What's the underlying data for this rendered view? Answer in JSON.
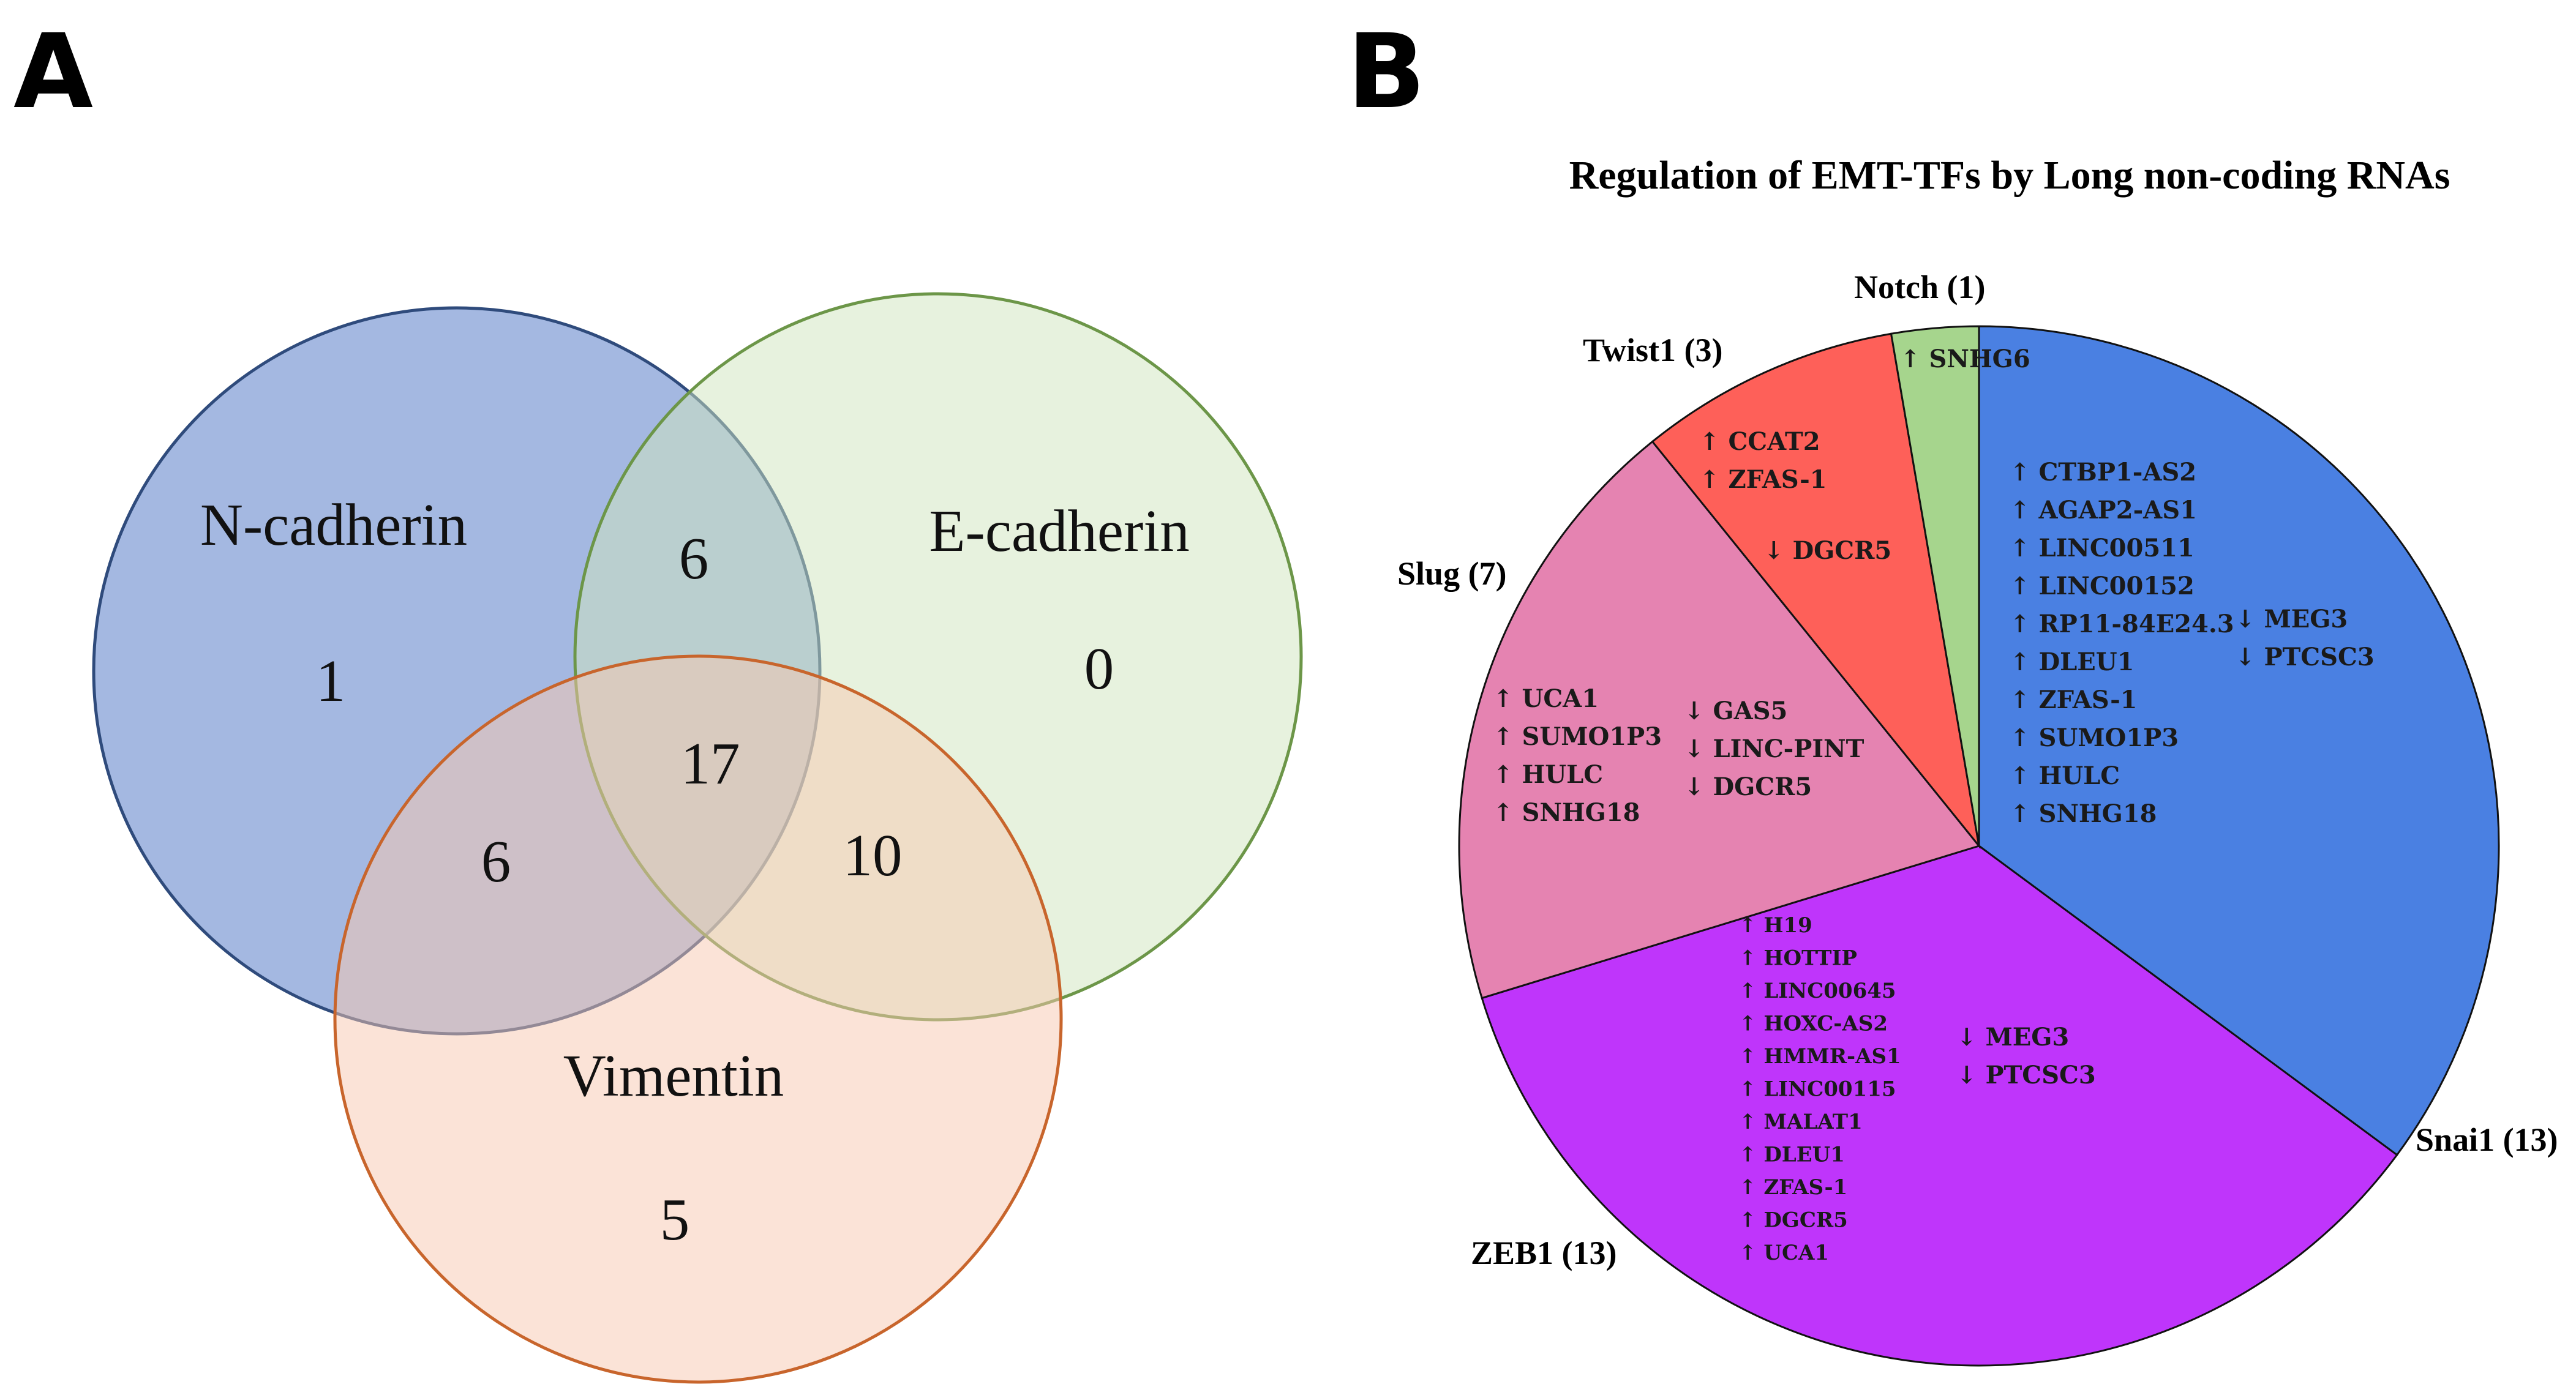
{
  "panels": {
    "a": "A",
    "b": "B"
  },
  "venn": {
    "sets": [
      {
        "label": "N-cadherin",
        "fill": "#4a72c4",
        "stroke": "#2f4b7c"
      },
      {
        "label": "E-cadherin",
        "fill": "#cfe6bd",
        "stroke": "#6c9648"
      },
      {
        "label": "Vimentin",
        "fill": "#f8c8b0",
        "stroke": "#c8652c"
      }
    ],
    "regions": {
      "n_only": "1",
      "e_only": "0",
      "v_only": "5",
      "n_e": "6",
      "n_v": "6",
      "e_v": "10",
      "n_e_v": "17"
    }
  },
  "chart_data": {
    "type": "pie",
    "title": "Regulation of EMT-TFs by Long non-coding RNAs",
    "slices": [
      {
        "name": "Snai1",
        "count": 13,
        "label": "Snai1 (13)",
        "color": "#4a80e2",
        "up": [
          "CTBP1-AS2",
          "AGAP2-AS1",
          "LINC00511",
          "LINC00152",
          "RP11-84E24.3",
          "DLEU1",
          "ZFAS-1",
          "SUMO1P3",
          "HULC",
          "SNHG18"
        ],
        "down": [
          "MEG3",
          "PTCSC3"
        ]
      },
      {
        "name": "ZEB1",
        "count": 13,
        "label": "ZEB1 (13)",
        "color": "#bf35fb",
        "up": [
          "H19",
          "HOTTIP",
          "LINC00645",
          "HOXC-AS2",
          "HMMR-AS1",
          "LINC00115",
          "MALAT1",
          "DLEU1",
          "ZFAS-1",
          "DGCR5",
          "UCA1"
        ],
        "down": [
          "MEG3",
          "PTCSC3"
        ]
      },
      {
        "name": "Slug",
        "count": 7,
        "label": "Slug (7)",
        "color": "#e583b1",
        "up": [
          "UCA1",
          "SUMO1P3",
          "HULC",
          "SNHG18"
        ],
        "down": [
          "GAS5",
          "LINC-PINT",
          "DGCR5"
        ]
      },
      {
        "name": "Twist1",
        "count": 3,
        "label": "Twist1 (3)",
        "color": "#fe6059",
        "up": [
          "CCAT2",
          "ZFAS-1"
        ],
        "down": [
          "DGCR5"
        ]
      },
      {
        "name": "Notch",
        "count": 1,
        "label": "Notch (1)",
        "color": "#a6d58d",
        "up": [
          "SNHG6"
        ],
        "down": []
      }
    ],
    "arrows": {
      "up": "↑",
      "down": "↓"
    }
  }
}
